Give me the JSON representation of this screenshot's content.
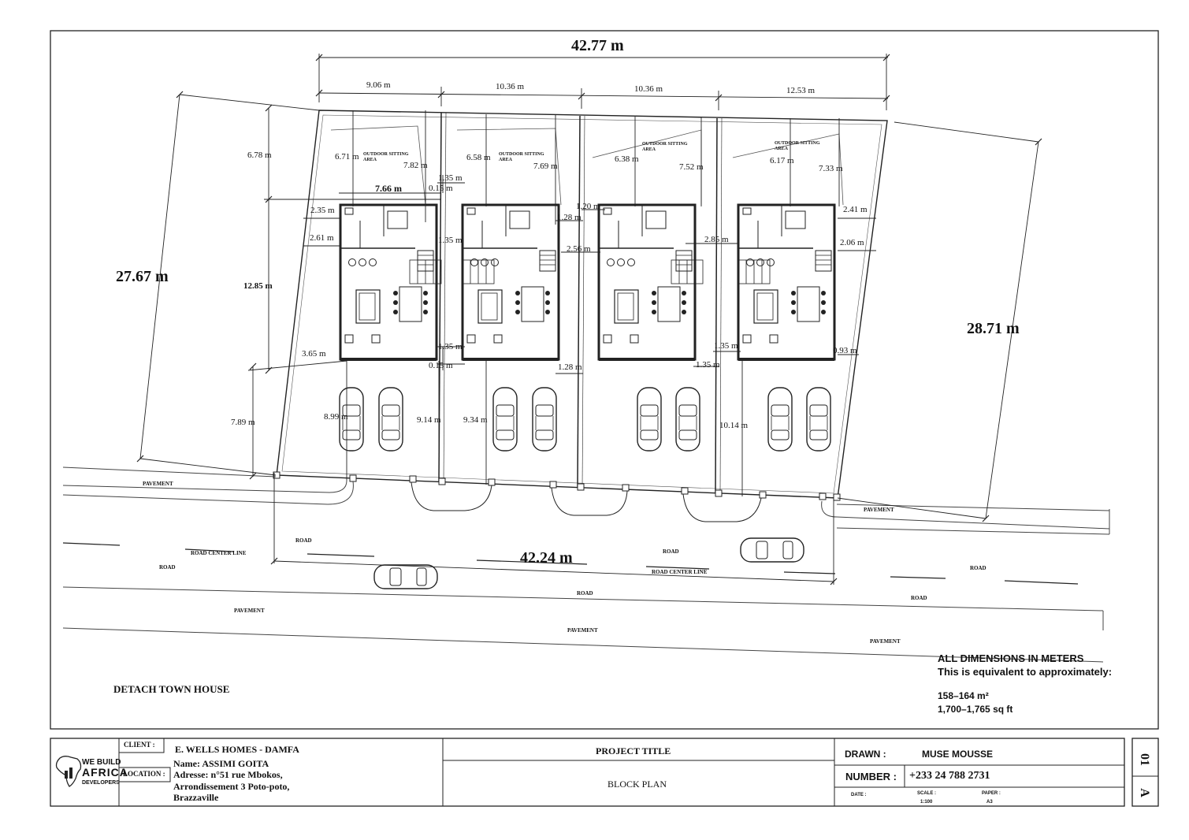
{
  "drawing": {
    "overall_width_top": "42.77 m",
    "overall_width_bottom": "42.24 m",
    "left_side": "27.67 m",
    "right_side": "28.71 m",
    "plot_widths": [
      "9.06 m",
      "10.36 m",
      "10.36 m",
      "12.53 m"
    ],
    "sitting_area_label": "OUTDOOR SITTING AREA",
    "dims": {
      "d678": "6.78 m",
      "d671": "6.71 m",
      "d782": "7.82 m",
      "d766": "7.66 m",
      "d135a": "1.35 m",
      "d015a": "0.15 m",
      "d235": "2.35 m",
      "d261": "2.61 m",
      "d135b": "1.35 m",
      "d1285": "12.85 m",
      "d365": "3.65 m",
      "d135c": "1.35 m",
      "d015b": "0.15 m",
      "d789": "7.89 m",
      "d899": "8.99 m",
      "d914": "9.14 m",
      "d658": "6.58 m",
      "d769": "7.69 m",
      "d128a": "1.28 m",
      "d120": "1.20 m",
      "d256": "2.56 m",
      "d934": "9.34 m",
      "d128b": "1.28 m",
      "d638": "6.38 m",
      "d752": "7.52 m",
      "d285": "2.85 m",
      "d135d": "1.35 m",
      "d135e": "1.35 m",
      "d1014": "10.14 m",
      "d617": "6.17 m",
      "d733": "7.33 m",
      "d241": "2.41 m",
      "d206": "2.06 m",
      "d093": "0.93 m"
    },
    "labels": {
      "pavement_1": "PAVEMENT",
      "pavement_2": "PAVEMENT",
      "pavement_3": "PAVEMENT",
      "pavement_4": "PAVEMENT",
      "pavement_5": "PAVEMENT",
      "road_1": "ROAD",
      "road_2": "ROAD",
      "road_3": "ROAD",
      "road_4": "ROAD",
      "road_5": "ROAD",
      "road_6": "ROAD",
      "center_1": "ROAD  CENTER LINE",
      "center_2": "ROAD  CENTER LINE"
    },
    "title": "DETACH TOWN HOUSE",
    "notes": {
      "line1": "ALL DIMENSIONS IN METERS",
      "line2": "This is equivalent to approximately:",
      "line3": "158–164 m²",
      "line4": "1,700–1,765 sq ft"
    }
  },
  "title_block": {
    "logo_line1": "WE BUILD",
    "logo_line2": "AFRICA",
    "logo_line3": "DEVELOPERS",
    "client_label": "CLIENT :",
    "client_value": "E. WELLS HOMES - DAMFA",
    "location_label": "LOCATION :",
    "location_name": "Name: ASSIMI GOITA",
    "location_addr1": "Adresse: n°51 rue Mbokos,",
    "location_addr2": "Arrondissement 3 Poto-poto,",
    "location_addr3": "Brazzaville",
    "project_title_label": "PROJECT TITLE",
    "project_title_value": "BLOCK PLAN",
    "drawn_label": "DRAWN :",
    "drawn_value": "MUSE MOUSSE",
    "number_label": "NUMBER :",
    "number_value": "+233 24 788 2731",
    "date_label": "DATE :",
    "scale_label": "SCALE :",
    "scale_value": "1:100",
    "paper_label": "PAPER :",
    "paper_value": "A3",
    "sheet_number": "01",
    "sheet_letter": "A"
  },
  "colors": {
    "line": "#222222",
    "light_line": "#777777"
  }
}
